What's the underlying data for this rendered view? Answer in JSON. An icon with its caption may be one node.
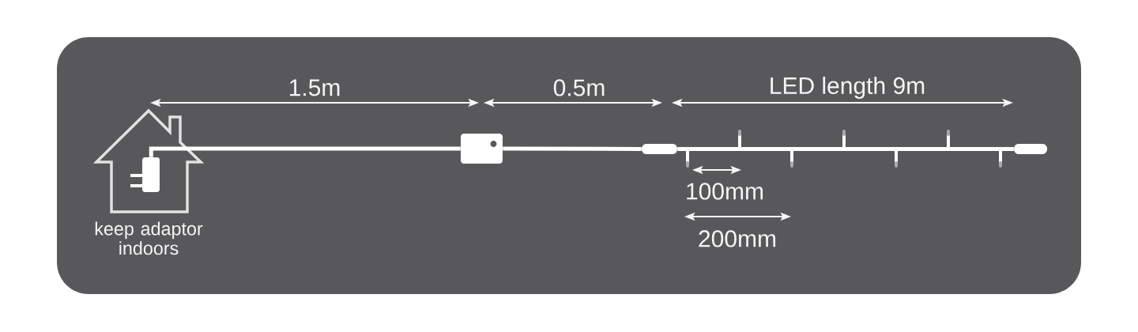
{
  "diagram": {
    "nodes": [
      {
        "text": [],
        "shape": "picture",
        "beside": [
          "keep adaptor indoors"
        ]
      },
      {
        "text": [],
        "shape": "plug",
        "in": 0
      },
      {
        "text": [],
        "shape": "box"
      },
      {
        "text": [],
        "shape": "bar"
      },
      {
        "text": [],
        "shape": "bar"
      }
    ],
    "edges": [
      {
        "from": 1,
        "to": 2,
        "arrow": "none"
      },
      {
        "from": 2,
        "to": 3,
        "arrow": "none"
      },
      {
        "from": 3,
        "to": 4,
        "arrow": "none"
      }
    ],
    "labels": [
      "1.5m",
      "0.5m",
      "LED length 9m",
      "100mm",
      "200mm"
    ]
  }
}
